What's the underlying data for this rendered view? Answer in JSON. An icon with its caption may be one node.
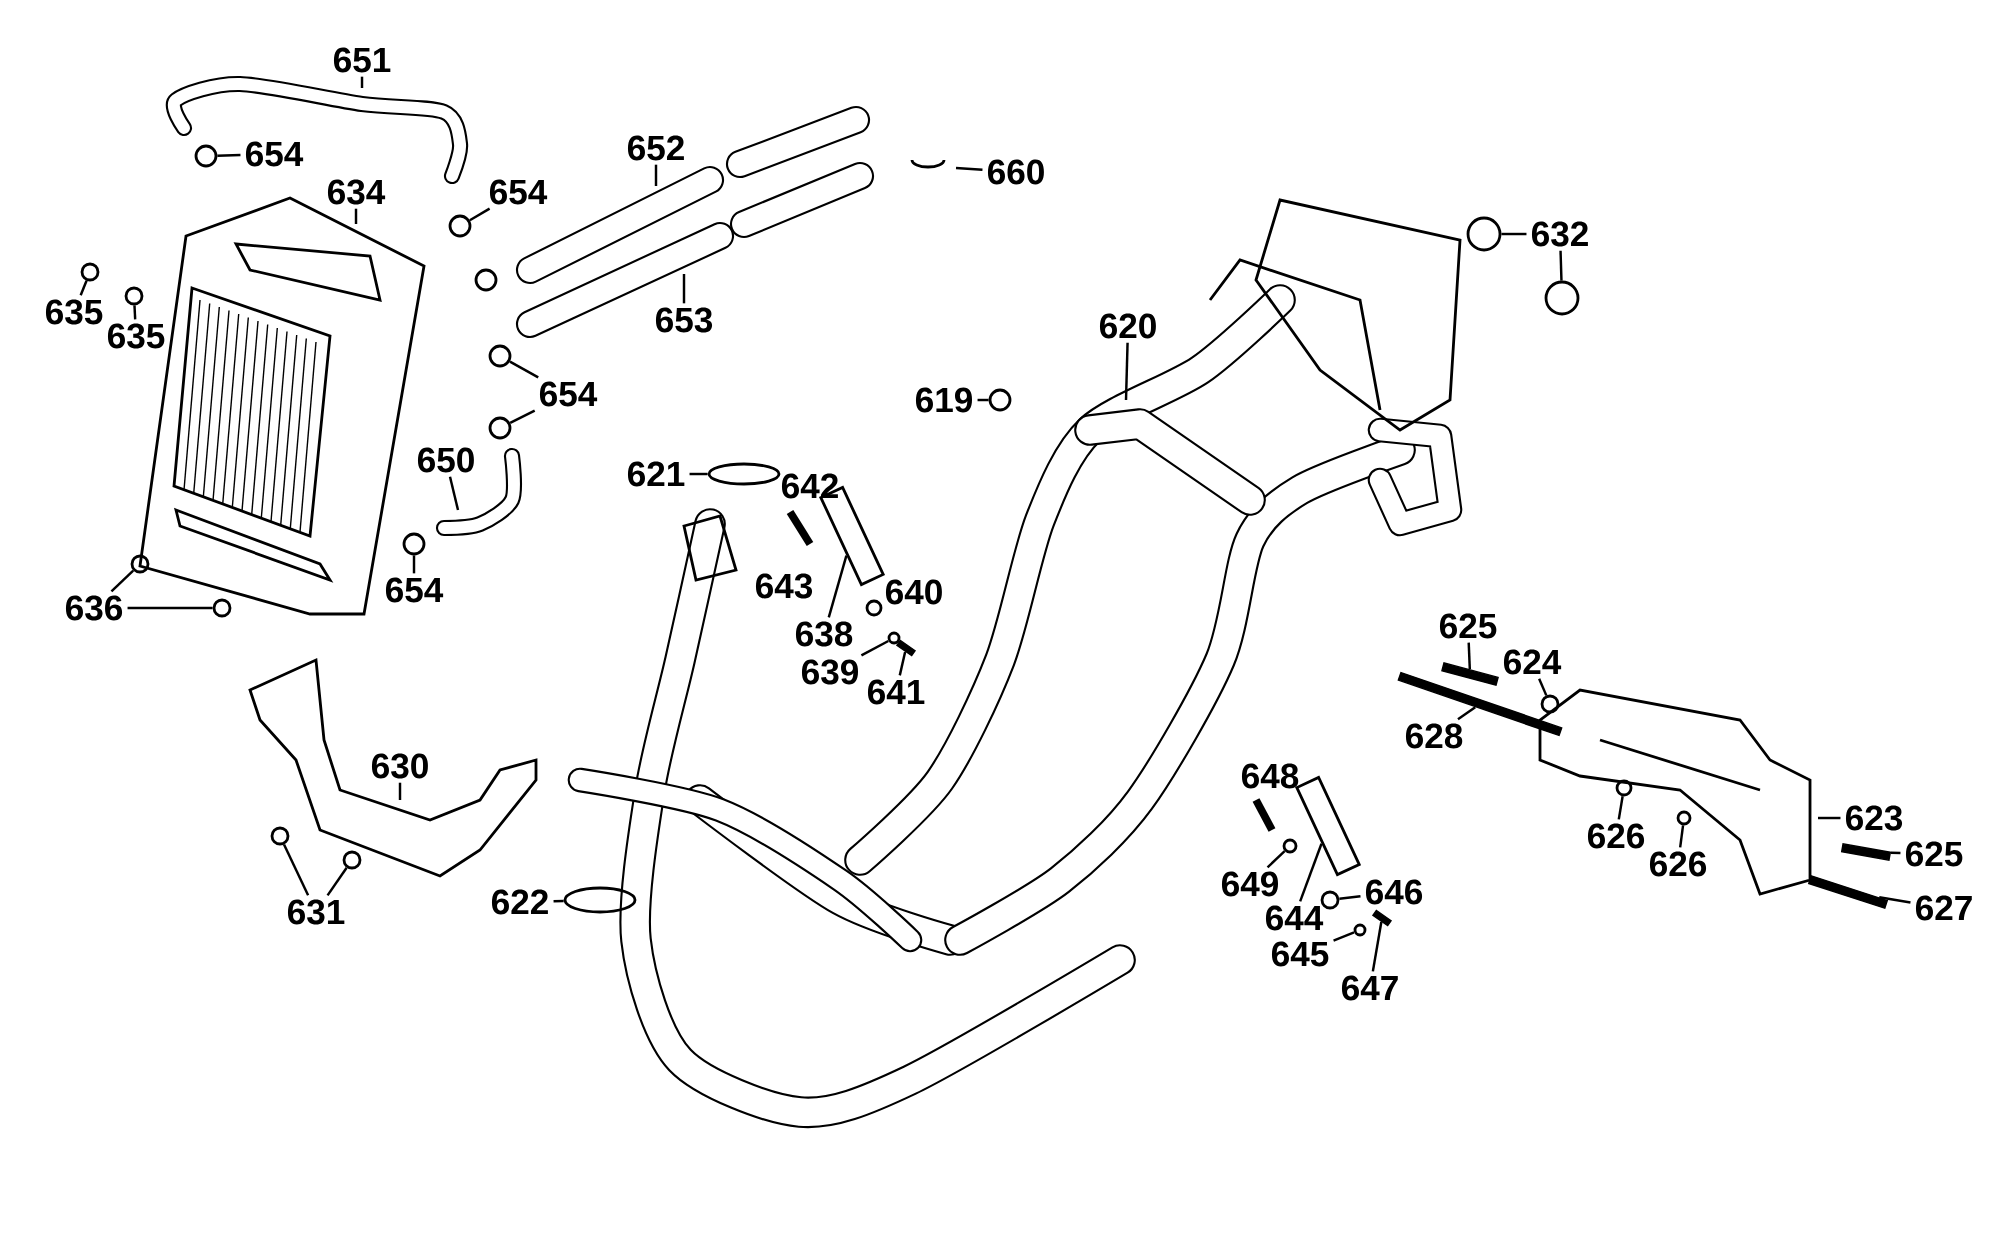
{
  "diagram": {
    "nodes": [
      {
        "text": [
          "651"
        ]
      },
      {
        "text": [
          "654"
        ]
      },
      {
        "text": [
          "660"
        ]
      },
      {
        "text": [
          "634"
        ]
      },
      {
        "text": [
          "654"
        ]
      },
      {
        "text": [
          "652"
        ]
      },
      {
        "text": [
          "632"
        ]
      },
      {
        "text": [
          "635"
        ]
      },
      {
        "text": [
          "653"
        ]
      },
      {
        "text": [
          "635"
        ]
      },
      {
        "text": [
          "620"
        ]
      },
      {
        "text": [
          "654"
        ]
      },
      {
        "text": [
          "619"
        ]
      },
      {
        "text": [
          "621"
        ]
      },
      {
        "text": [
          "650"
        ]
      },
      {
        "text": [
          "654"
        ]
      },
      {
        "text": [
          "636"
        ]
      },
      {
        "text": [
          "638"
        ]
      },
      {
        "text": [
          "625"
        ]
      },
      {
        "text": [
          "624"
        ]
      },
      {
        "text": [
          "639"
        ]
      },
      {
        "text": [
          "641"
        ]
      },
      {
        "text": [
          "628"
        ]
      },
      {
        "text": [
          "630"
        ]
      },
      {
        "text": [
          "623"
        ]
      },
      {
        "text": [
          "626"
        ]
      },
      {
        "text": [
          "625"
        ]
      },
      {
        "text": [
          "626"
        ]
      },
      {
        "text": [
          "649"
        ]
      },
      {
        "text": [
          "646"
        ]
      },
      {
        "text": [
          "627"
        ]
      },
      {
        "text": [
          "631"
        ]
      },
      {
        "text": [
          "622"
        ]
      },
      {
        "text": [
          "644"
        ]
      },
      {
        "text": [
          "645"
        ]
      },
      {
        "text": [
          "647"
        ]
      },
      {
        "text": [],
        "shape": "circle"
      },
      {
        "text": [],
        "shape": "circle"
      },
      {
        "text": [],
        "shape": "circle"
      },
      {
        "text": [],
        "shape": "circle"
      },
      {
        "text": [],
        "shape": "circle"
      },
      {
        "text": [],
        "shape": "circle"
      },
      {
        "text": [],
        "shape": "circle"
      },
      {
        "text": [],
        "shape": "circle"
      },
      {
        "text": [],
        "shape": "circle"
      },
      {
        "text": [],
        "shape": "circle"
      },
      {
        "text": [],
        "shape": "circle"
      },
      {
        "text": [],
        "shape": "circle"
      },
      {
        "text": [],
        "shape": "circle"
      },
      {
        "text": [],
        "shape": "box"
      },
      {
        "text": [],
        "shape": "circle"
      },
      {
        "text": [],
        "shape": "bar"
      },
      {
        "text": [],
        "shape": "bar"
      },
      {
        "text": [],
        "shape": "circle"
      },
      {
        "text": [],
        "shape": "bar"
      },
      {
        "text": [],
        "shape": "circle"
      },
      {
        "text": [],
        "shape": "circle"
      },
      {
        "text": [],
        "shape": "bar"
      },
      {
        "text": [],
        "shape": "circle"
      },
      {
        "text": [],
        "shape": "box"
      },
      {
        "text": [],
        "shape": "circle"
      },
      {
        "text": [],
        "shape": "bar"
      },
      {
        "text": [],
        "shape": "circle"
      },
      {
        "text": [],
        "shape": "circle"
      },
      {
        "text": [],
        "shape": "circle"
      },
      {
        "text": [],
        "shape": "circle"
      },
      {
        "text": [],
        "shape": "bar"
      }
    ],
    "edges": [
      {
        "from": 0,
        "to": null,
        "arrow": "none"
      },
      {
        "from": 1,
        "to": 36,
        "arrow": "none"
      },
      {
        "from": 2,
        "to": null,
        "arrow": "none"
      },
      {
        "from": 3,
        "to": null,
        "arrow": "none"
      },
      {
        "from": 4,
        "to": 37,
        "arrow": "none"
      },
      {
        "from": 5,
        "to": null,
        "arrow": "none"
      },
      {
        "from": 6,
        "to": 38,
        "arrow": "none"
      },
      {
        "from": 6,
        "to": 39,
        "arrow": "none"
      },
      {
        "from": 7,
        "to": 40,
        "arrow": "none"
      },
      {
        "from": 8,
        "to": null,
        "arrow": "none"
      },
      {
        "from": 9,
        "to": 41,
        "arrow": "none"
      },
      {
        "from": 10,
        "to": null,
        "arrow": "none"
      },
      {
        "from": 11,
        "to": 42,
        "arrow": "none"
      },
      {
        "from": 11,
        "to": 43,
        "arrow": "none"
      },
      {
        "from": 12,
        "to": 44,
        "arrow": "none"
      },
      {
        "from": 13,
        "to": 45,
        "arrow": "none"
      },
      {
        "from": 14,
        "to": null,
        "arrow": "none"
      },
      {
        "from": 15,
        "to": 46,
        "arrow": "none"
      },
      {
        "from": 16,
        "to": 47,
        "arrow": "none"
      },
      {
        "from": 16,
        "to": 48,
        "arrow": "none"
      },
      {
        "from": 17,
        "to": 49,
        "arrow": "none"
      },
      {
        "from": 18,
        "to": 52,
        "arrow": "none"
      },
      {
        "from": 19,
        "to": 53,
        "arrow": "none"
      },
      {
        "from": 20,
        "to": 50,
        "arrow": "none"
      },
      {
        "from": 21,
        "to": 51,
        "arrow": "none"
      },
      {
        "from": 22,
        "to": 54,
        "arrow": "none"
      },
      {
        "from": 23,
        "to": null,
        "arrow": "none"
      },
      {
        "from": 24,
        "to": null,
        "arrow": "none"
      },
      {
        "from": 25,
        "to": 55,
        "arrow": "none"
      },
      {
        "from": 26,
        "to": 57,
        "arrow": "none"
      },
      {
        "from": 27,
        "to": 56,
        "arrow": "none"
      },
      {
        "from": 28,
        "to": 58,
        "arrow": "none"
      },
      {
        "from": 29,
        "to": 60,
        "arrow": "none"
      },
      {
        "from": 30,
        "to": 61,
        "arrow": "none"
      },
      {
        "from": 31,
        "to": 62,
        "arrow": "none"
      },
      {
        "from": 31,
        "to": 63,
        "arrow": "none"
      },
      {
        "from": 32,
        "to": 64,
        "arrow": "none"
      },
      {
        "from": 33,
        "to": 59,
        "arrow": "none"
      },
      {
        "from": 34,
        "to": 65,
        "arrow": "none"
      },
      {
        "from": 35,
        "to": 66,
        "arrow": "none"
      }
    ],
    "labels": [
      "642",
      "643",
      "640",
      "648"
    ]
  }
}
